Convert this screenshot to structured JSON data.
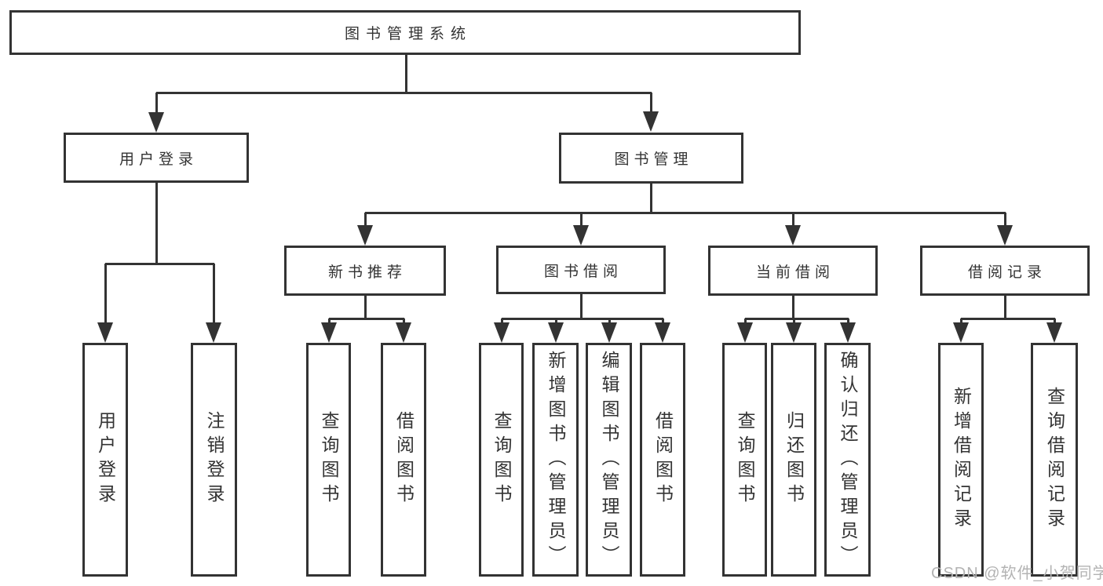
{
  "diagram": {
    "title": "图书管理系统",
    "watermark": "CSDN @软件_小贺同学",
    "colors": {
      "line": "#333333",
      "text": "#333333",
      "watermark": "#b3b3b3",
      "background": "#ffffff"
    },
    "nodes": {
      "root": "图书管理系统",
      "user_login": "用户登录",
      "book_mgmt": "图书管理",
      "new_books": "新书推荐",
      "book_borrow": "图书借阅",
      "current_borrow": "当前借阅",
      "borrow_records": "借阅记录",
      "leaf_user_login": "用户登录",
      "leaf_logout": "注销登录",
      "leaf_nb_query": "查询图书",
      "leaf_nb_borrow": "借阅图书",
      "leaf_bb_query": "查询图书",
      "leaf_bb_add": "新增图书（管理员）",
      "leaf_bb_edit": "编辑图书（管理员）",
      "leaf_bb_borrow": "借阅图书",
      "leaf_cb_query": "查询图书",
      "leaf_cb_return": "归还图书",
      "leaf_cb_confirm": "确认归还（管理员）",
      "leaf_br_add": "新增借阅记录",
      "leaf_br_query": "查询借阅记录"
    }
  }
}
